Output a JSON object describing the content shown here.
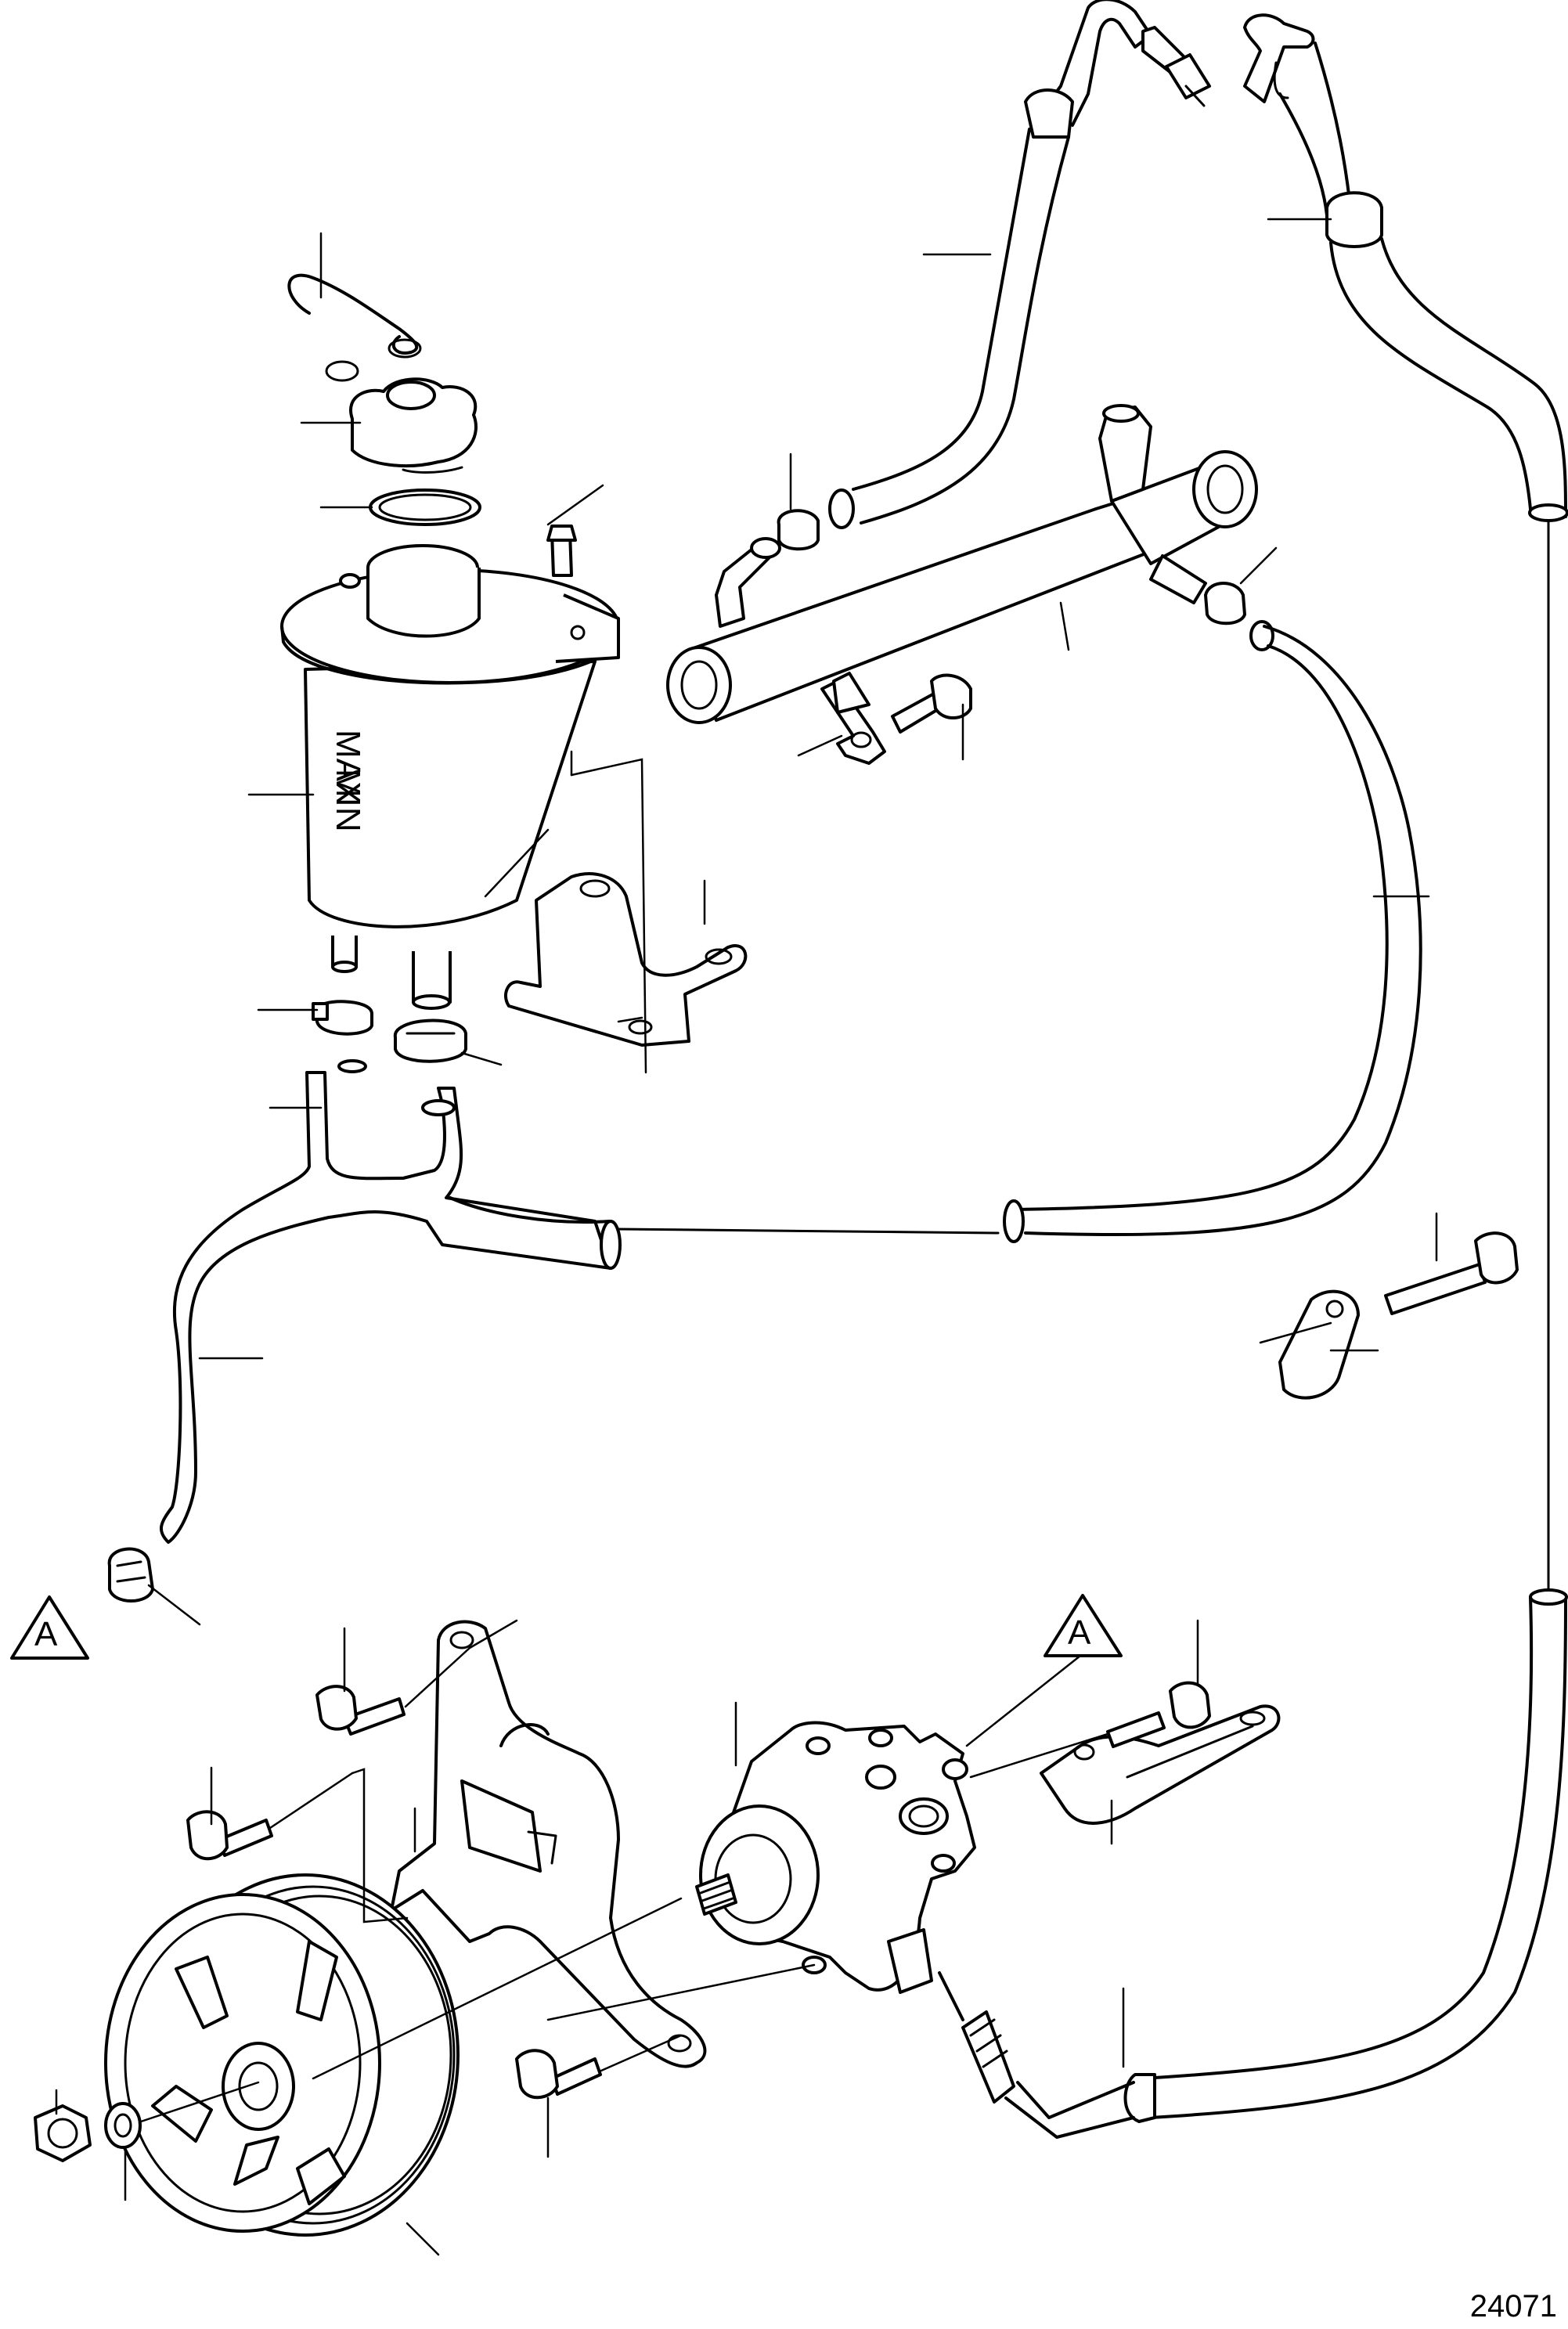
{
  "callout_marker_a": "A",
  "callout_marker_b": "A",
  "figure_number": "24071",
  "label_max": "MAX",
  "label_min": "MIN"
}
